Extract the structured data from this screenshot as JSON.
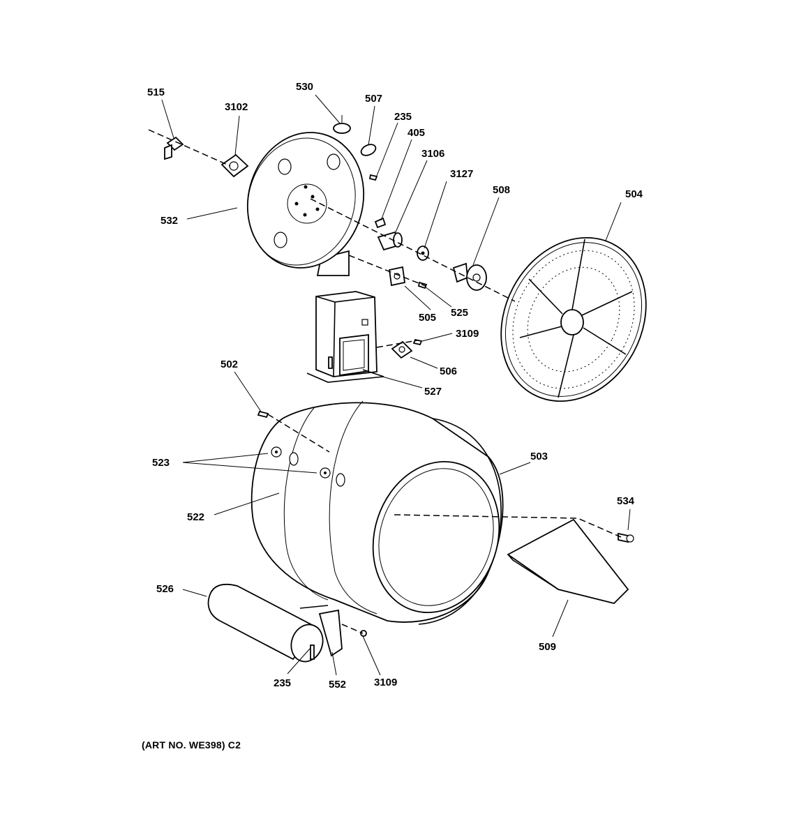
{
  "caption": "(ART NO. WE398) C2",
  "labels": {
    "l515": "515",
    "l3102": "3102",
    "l530": "530",
    "l507": "507",
    "l235a": "235",
    "l405": "405",
    "l3106": "3106",
    "l3127": "3127",
    "l508": "508",
    "l504": "504",
    "l532": "532",
    "l525": "525",
    "l505": "505",
    "l3109a": "3109",
    "l506": "506",
    "l527": "527",
    "l502": "502",
    "l523": "523",
    "l503": "503",
    "l522": "522",
    "l534": "534",
    "l526": "526",
    "l509": "509",
    "l235b": "235",
    "l552": "552",
    "l3109b": "3109"
  }
}
